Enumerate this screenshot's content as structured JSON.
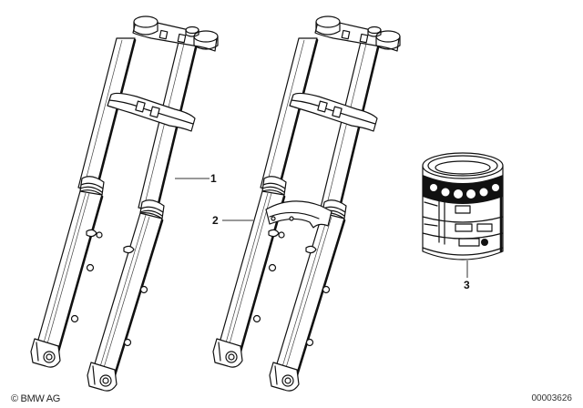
{
  "diagram": {
    "type": "parts-exploded-view",
    "parts": [
      {
        "number": "1",
        "label": "1",
        "description": "front fork assembly"
      },
      {
        "number": "2",
        "label": "2",
        "description": "front fork assembly with fork brace"
      },
      {
        "number": "3",
        "label": "3",
        "description": "paint can"
      }
    ]
  },
  "footer": {
    "copyright": "© BMW AG",
    "diagram_id": "00003626"
  },
  "colors": {
    "line": "#111111",
    "background": "#ffffff"
  }
}
